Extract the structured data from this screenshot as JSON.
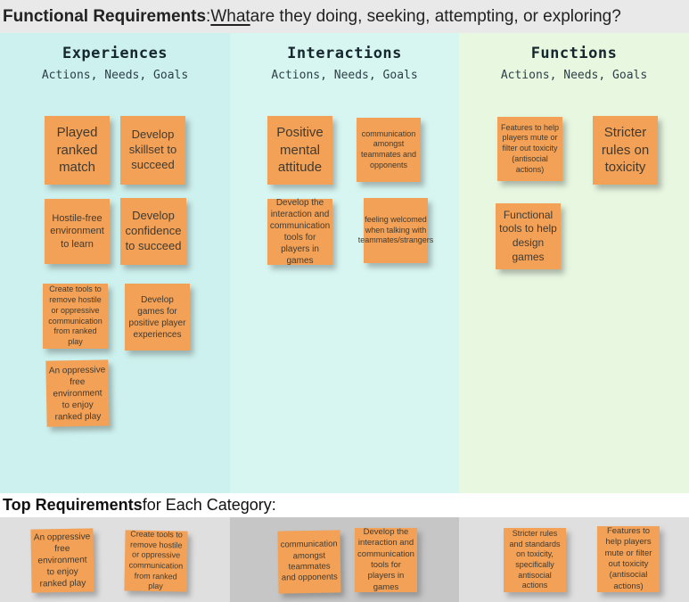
{
  "header": {
    "bold": "Functional Requirements",
    "separator": ": ",
    "underlined": "What",
    "rest": " are they doing, seeking, attempting, or exploring?"
  },
  "columns": [
    {
      "title": "Experiences",
      "subtitle": "Actions, Needs, Goals",
      "notes": [
        "Played ranked match",
        "Develop skillset to succeed",
        "Hostile-free environment to learn",
        "Develop confidence to succeed",
        "Create tools to remove hostile or oppressive communication from ranked play",
        "Develop games for positive player experiences",
        "An oppressive free environment to enjoy ranked play"
      ]
    },
    {
      "title": "Interactions",
      "subtitle": "Actions, Needs, Goals",
      "notes": [
        "Positive mental attitude",
        "communication amongst teammates and opponents",
        "Develop the interaction and communication tools for players in games",
        "feeling welcomed when talking with teammates/strangers"
      ]
    },
    {
      "title": "Functions",
      "subtitle": "Actions, Needs, Goals",
      "notes": [
        "Features to help players mute or filter out toxicity (antisocial actions)",
        "Stricter rules on toxicity",
        "Functional tools to help design games"
      ]
    }
  ],
  "bottom": {
    "bold": "Top Requirements",
    "rest": " for Each Category:",
    "groups": [
      {
        "notes": [
          "An oppressive free environment to enjoy ranked play",
          "Create tools to remove hostile or oppressive communication from ranked play"
        ]
      },
      {
        "notes": [
          "communication amongst teammates and opponents",
          "Develop the interaction and communication tools for players in games"
        ]
      },
      {
        "notes": [
          "Stricter rules and standards on toxicity, specifically antisocial actions",
          "Features to help players mute or filter out toxicity (antisocial actions)"
        ]
      }
    ]
  },
  "colors": {
    "sticky_note": "#F2A156",
    "experiences_bg": "#CDF1EE",
    "interactions_bg": "#D7F6F2",
    "functions_bg": "#E7F7E0",
    "top_band_bg": "#E9E9E9",
    "group_light_bg": "#DFDFDF",
    "group_dark_bg": "#C6C6C6"
  }
}
